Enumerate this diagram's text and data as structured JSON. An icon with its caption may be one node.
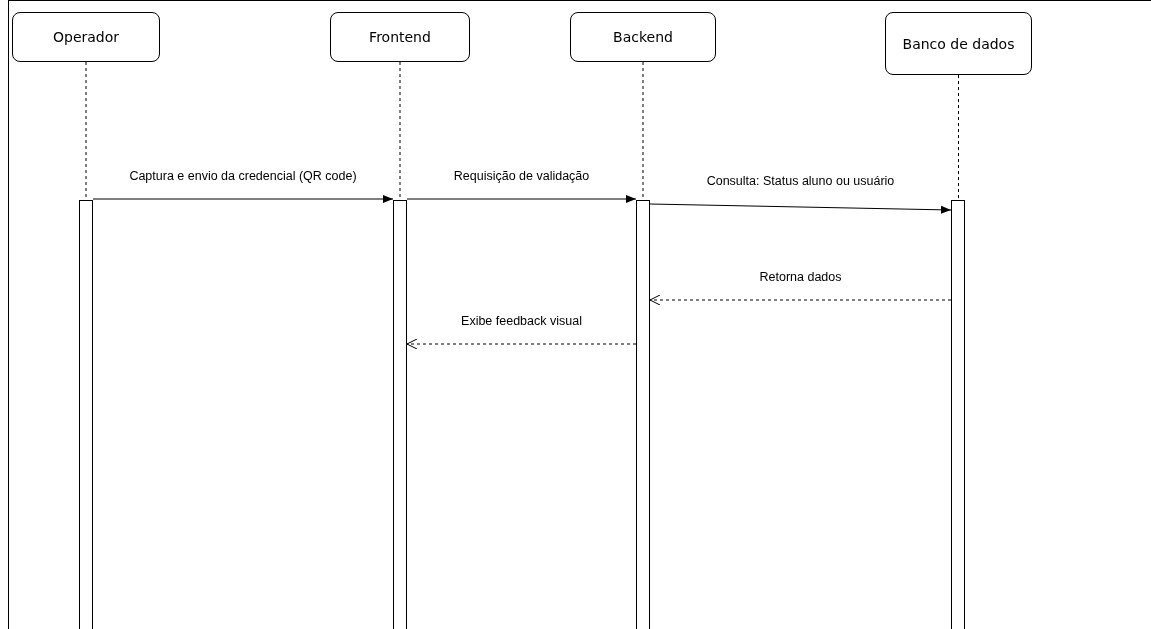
{
  "diagram": {
    "nodes": [
      {
        "text": [
          "Operador"
        ]
      },
      {
        "text": [
          "Frontend"
        ]
      },
      {
        "text": [
          "Backend"
        ]
      },
      {
        "text": [
          "Banco de dados"
        ]
      },
      {
        "text": [],
        "shape": "bar"
      },
      {
        "text": [],
        "shape": "bar"
      },
      {
        "text": [],
        "shape": "bar"
      },
      {
        "text": [],
        "shape": "bar"
      }
    ],
    "edges": [
      {
        "from": 0,
        "to": 4,
        "arrow": "none",
        "style": "dashed"
      },
      {
        "from": 1,
        "to": 5,
        "arrow": "none",
        "style": "dashed"
      },
      {
        "from": 2,
        "to": 6,
        "arrow": "none",
        "style": "dashed"
      },
      {
        "from": 3,
        "to": 7,
        "arrow": "none",
        "style": "dashed"
      },
      {
        "from": 4,
        "to": 5,
        "arrow": "to",
        "label": "Captura e envio da credencial (QR code)"
      },
      {
        "from": 5,
        "to": 6,
        "arrow": "to",
        "label": "Requisição de validação"
      },
      {
        "from": 6,
        "to": 7,
        "arrow": "to",
        "label": "Consulta: Status aluno ou usuário"
      },
      {
        "from": 7,
        "to": 6,
        "arrow": "to",
        "label": "Retorna dados",
        "style": "dashed"
      },
      {
        "from": 6,
        "to": 5,
        "arrow": "to",
        "label": "Exibe feedback visual",
        "style": "dashed"
      }
    ]
  }
}
